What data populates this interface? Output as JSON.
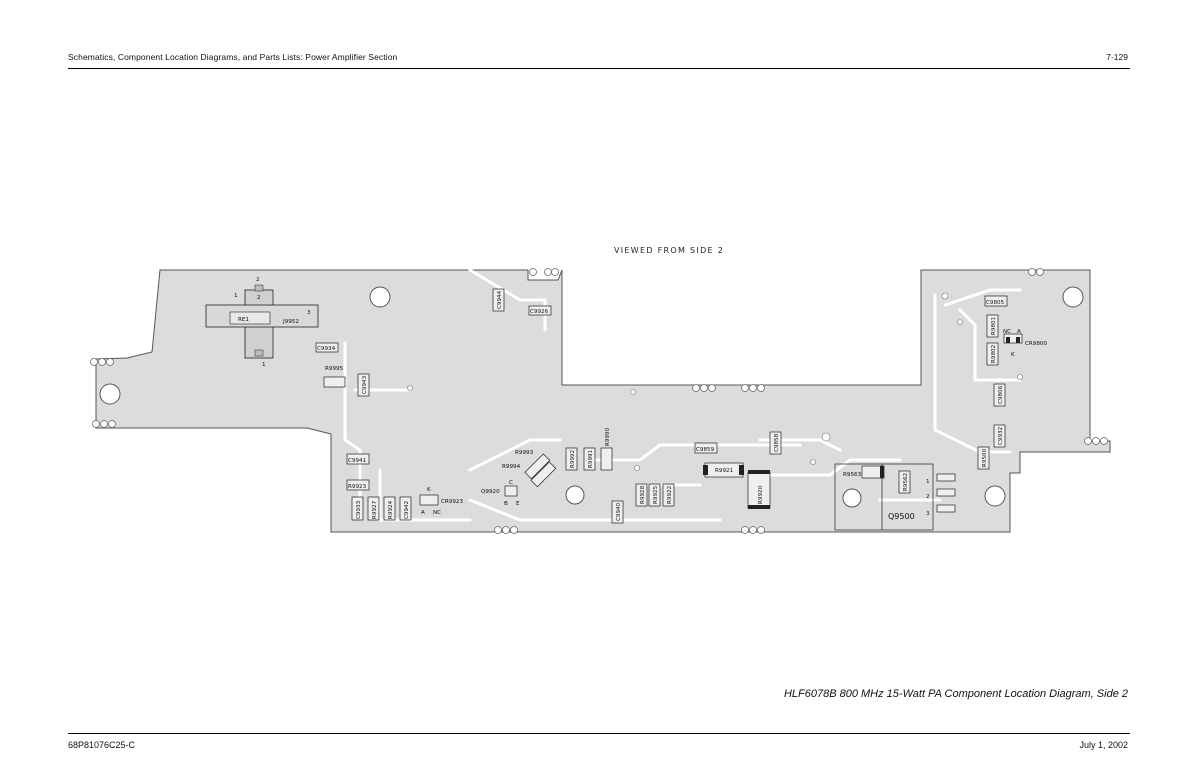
{
  "header": {
    "title": "Schematics, Component Location Diagrams, and Parts Lists: Power Amplifier Section",
    "page_number": "7-129"
  },
  "diagram": {
    "view_label": "VIEWED FROM SIDE 2",
    "caption": "HLF6078B 800 MHz 15-Watt PA Component Location Diagram, Side 2",
    "components": [
      "RE1",
      "J9952",
      "C9934",
      "R9995",
      "C9943",
      "C9944",
      "C9926",
      "C9941",
      "R9923",
      "C9933",
      "R9927",
      "R9924",
      "C9942",
      "CR9923",
      "Q9920",
      "R9994",
      "R9993",
      "R9992",
      "R9991",
      "R9990",
      "C9940",
      "R9928",
      "R9925",
      "R9922",
      "C9859",
      "C9858",
      "R9921",
      "R9920",
      "R9563",
      "R9562",
      "Q9500",
      "C9805",
      "R9801",
      "R9802",
      "CR9800",
      "C9806",
      "C9932",
      "R9500"
    ],
    "pin_labels": [
      "1",
      "2",
      "3",
      "1",
      "2",
      "3",
      "NC",
      "A",
      "K",
      "K",
      "A",
      "NC",
      "C",
      "B",
      "E"
    ],
    "colors": {
      "board_fill": "#dcdcdc",
      "trace": "#ffffff",
      "outline": "#555555"
    }
  },
  "footer": {
    "doc_number": "68P81076C25-C",
    "date": "July 1, 2002"
  }
}
